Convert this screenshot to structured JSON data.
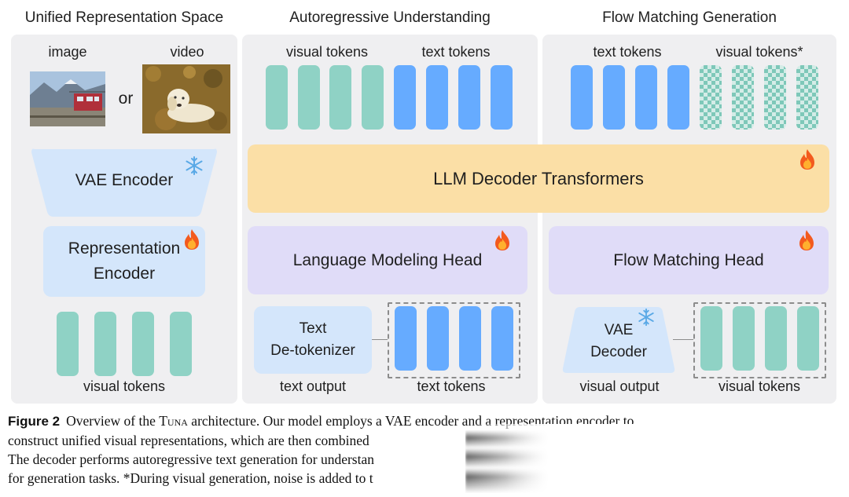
{
  "sections": {
    "left": {
      "title": "Unified Representation Space",
      "image_label": "image",
      "video_label": "video",
      "or_label": "or",
      "vae_encoder": "VAE Encoder",
      "rep_encoder_line1": "Representation",
      "rep_encoder_line2": "Encoder",
      "bottom_label": "visual tokens"
    },
    "middle": {
      "title": "Autoregressive Understanding",
      "visual_tokens_label": "visual tokens",
      "text_tokens_label": "text tokens",
      "lm_head": "Language Modeling Head",
      "detok_line1": "Text",
      "detok_line2": "De-tokenizer",
      "text_output_label": "text output",
      "bottom_tokens_label": "text tokens"
    },
    "right": {
      "title": "Flow Matching Generation",
      "text_tokens_label": "text tokens",
      "visual_tokens_star_label": "visual tokens*",
      "fm_head": "Flow Matching Head",
      "vae_decoder_line1": "VAE",
      "vae_decoder_line2": "Decoder",
      "visual_output_label": "visual output",
      "bottom_tokens_label": "visual tokens"
    }
  },
  "llm_decoder": "LLM Decoder Transformers",
  "icons": {
    "frozen": "snowflake-icon",
    "trainable": "flame-icon"
  },
  "colors": {
    "teal_token": "#8fd2c5",
    "blue_token": "#66abff",
    "encoder_box": "#d4e6fb",
    "head_box": "#e0dcf8",
    "llm_box": "#fbdfa6",
    "panel_bg": "#efeff1"
  },
  "caption": {
    "label": "Figure 2",
    "line1_pre": "Overview of the ",
    "line1_name": "Tuna",
    "line1_post": " architecture. Our model employs a VAE encoder and a representation encoder to",
    "line2": "construct unified visual representations, which are then combined",
    "line3": "The decoder performs autoregressive text generation for understan",
    "line4": "for generation tasks. *During visual generation, noise is added to t"
  }
}
